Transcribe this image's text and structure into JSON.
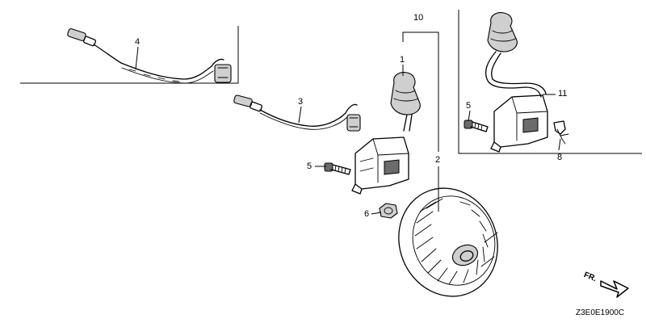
{
  "callouts": {
    "c1": "1",
    "c2": "2",
    "c3": "3",
    "c4": "4",
    "c5a": "5",
    "c5b": "5",
    "c6": "6",
    "c8": "8",
    "c10": "10",
    "c11": "11"
  },
  "direction_label": "FR.",
  "diagram_code": "Z3E0E1900C"
}
